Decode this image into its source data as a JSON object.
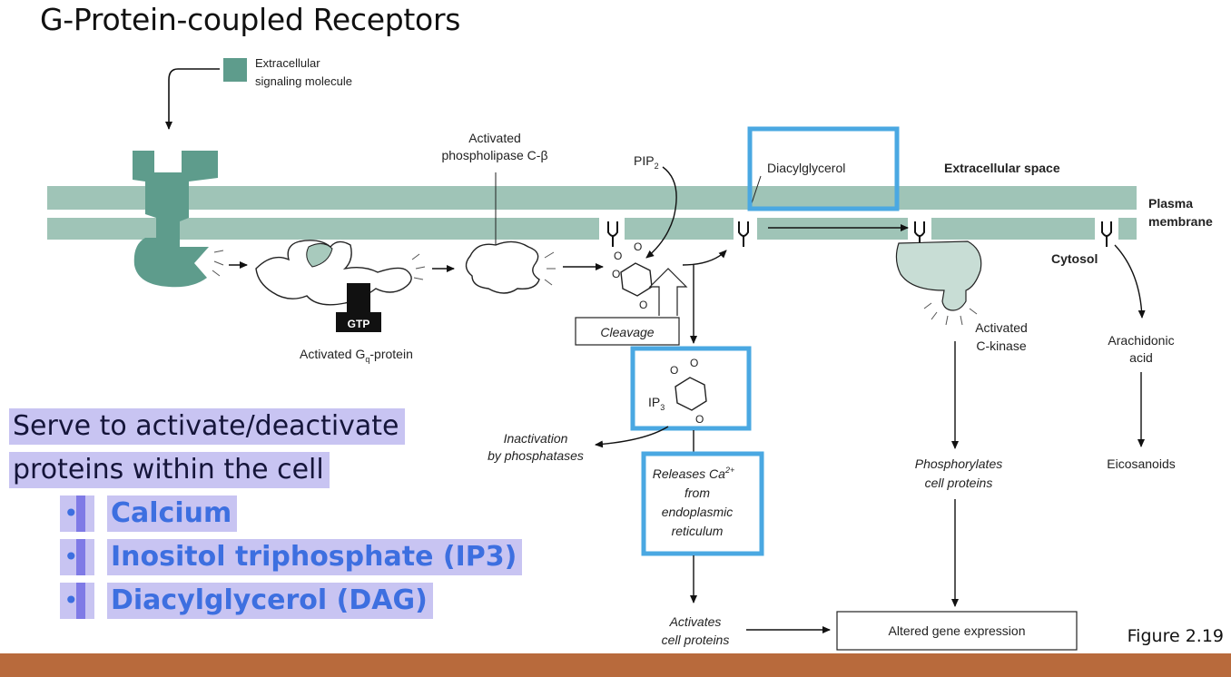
{
  "slide": {
    "title": "G-Protein-coupled Receptors",
    "figure_label": "Figure 2.19"
  },
  "colors": {
    "membrane": "#9fc4b7",
    "receptor": "#5e9c8c",
    "highlight_box": "#4aa8e2",
    "bullet_bg": "#c8c4f2",
    "bullet_text": "#3d6fe0",
    "footer": "#b86a3c"
  },
  "diagram": {
    "legend_line1": "Extracellular",
    "legend_line2": "signaling molecule",
    "plc_line1": "Activated",
    "plc_line2": "phospholipase C-β",
    "pip2": "PIP",
    "pip2_sub": "2",
    "dag": "Diacylglycerol",
    "extracellular_space": "Extracellular space",
    "plasma": "Plasma",
    "membrane": "membrane",
    "cytosol": "Cytosol",
    "gtp": "GTP",
    "gq_label": "Activated G",
    "gq_sub": "q",
    "gq_suffix": "-protein",
    "cleavage": "Cleavage",
    "ip3": "IP",
    "ip3_sub": "3",
    "inactivation_line1": "Inactivation",
    "inactivation_line2": "by phosphatases",
    "releases_line1": "Releases Ca",
    "releases_sup": "2+",
    "releases_line2": "from",
    "releases_line3": "endoplasmic",
    "releases_line4": "reticulum",
    "ckinase_line1": "Activated",
    "ckinase_line2": "C-kinase",
    "arachidonic_line1": "Arachidonic",
    "arachidonic_line2": "acid",
    "eicosanoids": "Eicosanoids",
    "phosphorylates_line1": "Phosphorylates",
    "phosphorylates_line2": "cell proteins",
    "activates_line1": "Activates",
    "activates_line2": "cell proteins",
    "altered": "Altered gene expression",
    "ring_o": "O"
  },
  "bullets": {
    "heading_line1": "Serve to activate/deactivate",
    "heading_line2": "proteins within the cell",
    "items": [
      "Calcium",
      "Inositol triphosphate (IP3)",
      "Diacylglycerol (DAG)"
    ]
  }
}
